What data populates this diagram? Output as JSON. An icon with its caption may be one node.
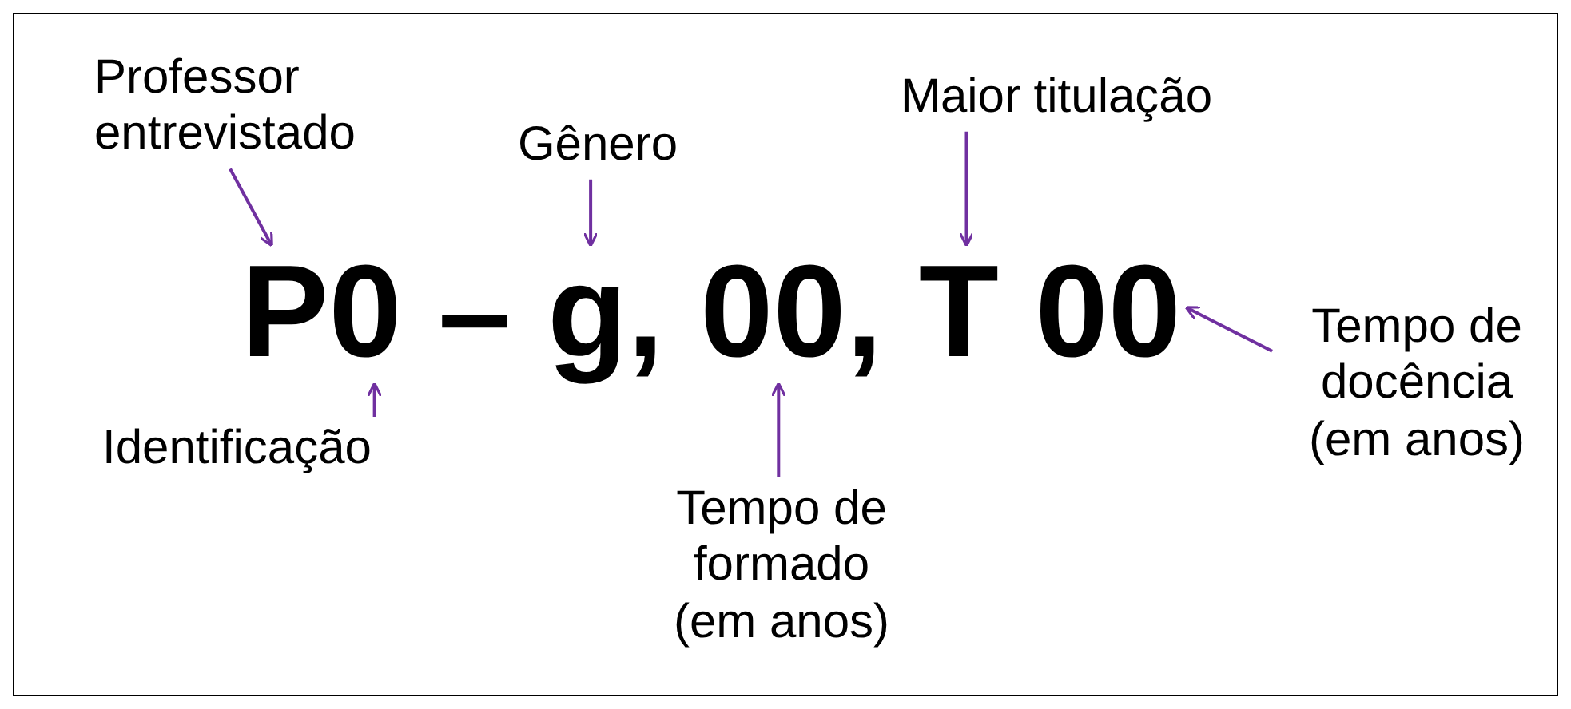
{
  "diagram": {
    "nodes": [
      {
        "text": [
          "Professor entrevistado"
        ]
      },
      {
        "text": [
          "Maior titulação"
        ]
      },
      {
        "text": [
          "Gênero"
        ]
      },
      {
        "text": [
          "P0 – g, 00, T 00"
        ]
      },
      {
        "text": [
          "Tempo de docência (em anos)"
        ]
      },
      {
        "text": [
          "Identificação"
        ]
      },
      {
        "text": [
          "Tempo de formado (em anos)"
        ]
      }
    ],
    "edges": [
      {
        "from": 0,
        "to": 3,
        "arrow": "to"
      },
      {
        "from": 1,
        "to": 3,
        "arrow": "to"
      },
      {
        "from": 2,
        "to": 3,
        "arrow": "to"
      },
      {
        "from": 4,
        "to": 3,
        "arrow": "to"
      },
      {
        "from": 5,
        "to": 3,
        "arrow": "to"
      },
      {
        "from": 6,
        "to": 3,
        "arrow": "to"
      }
    ]
  }
}
